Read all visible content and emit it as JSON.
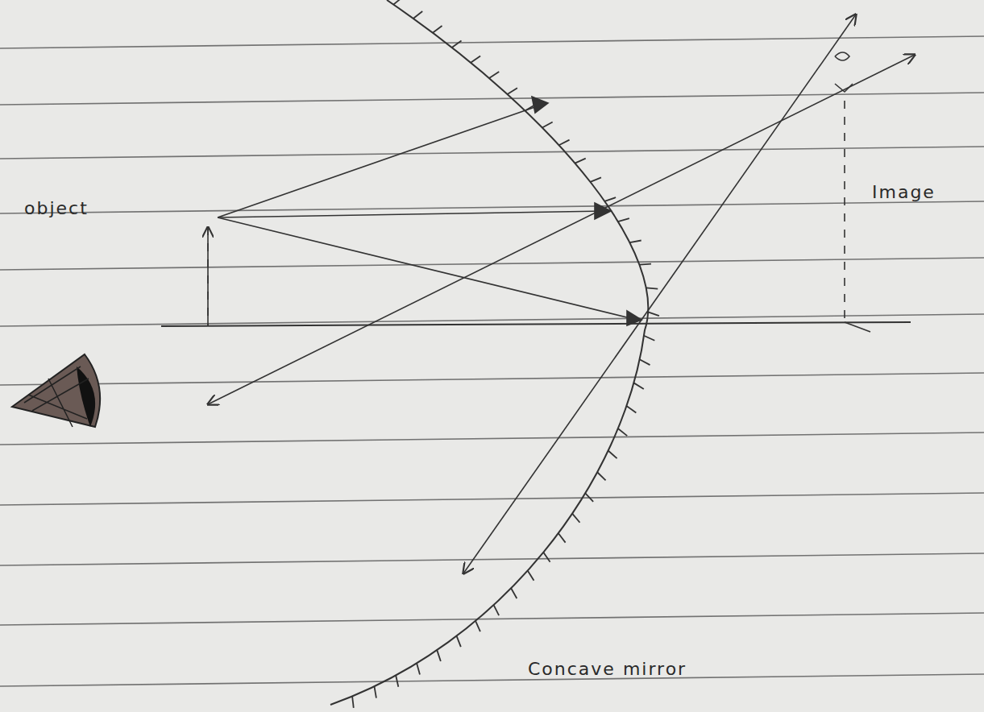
{
  "diagram": {
    "labels": [
      "object",
      "Image",
      "Concave mirror"
    ]
  }
}
